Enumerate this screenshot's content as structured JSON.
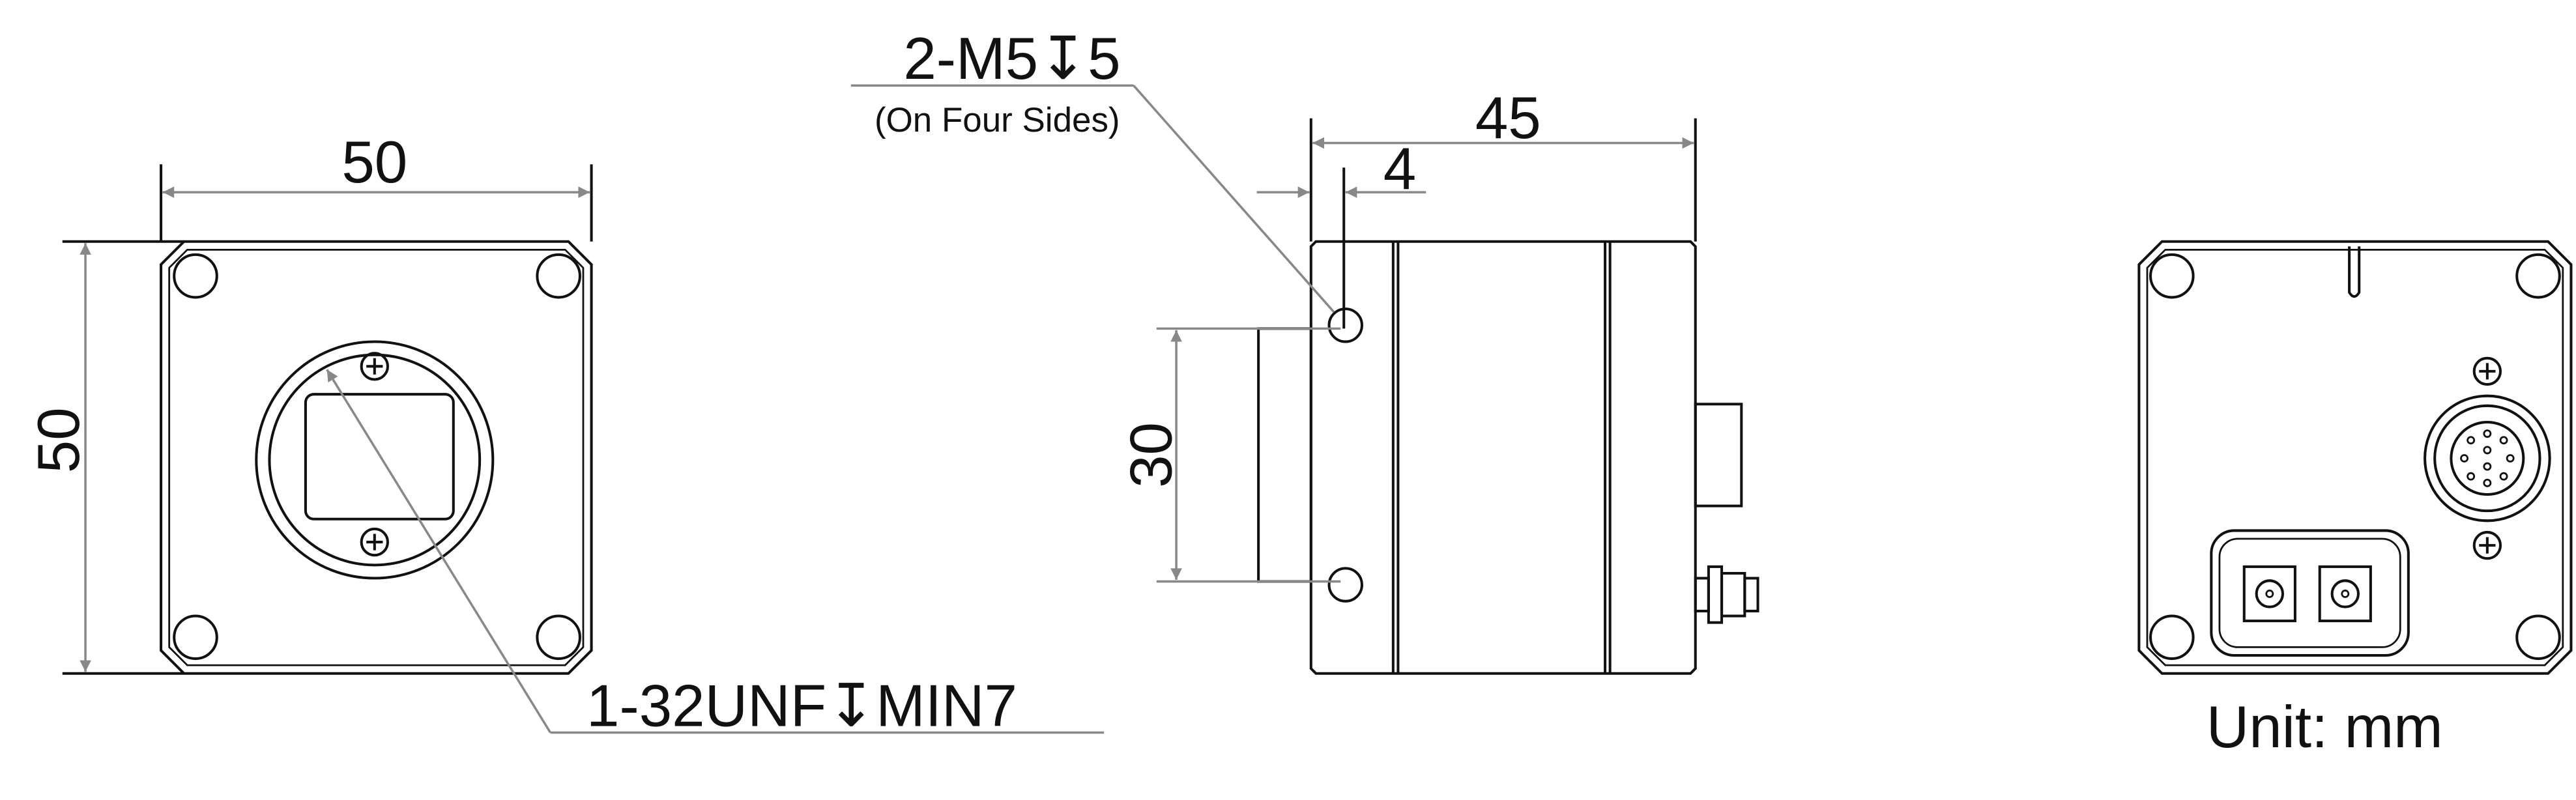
{
  "front_view": {
    "width_dim": "50",
    "height_dim": "50",
    "thread_callout": "1-32UNF↧MIN7"
  },
  "side_view": {
    "length_dim": "45",
    "flange_dim": "4",
    "hole_spacing_dim": "30",
    "hole_callout": "2-M5↧5",
    "hole_callout_note": "(On Four Sides)"
  },
  "back_view": {
    "unit_label": "Unit: mm"
  },
  "colors": {
    "line": "#111111",
    "dimension": "#888888"
  }
}
